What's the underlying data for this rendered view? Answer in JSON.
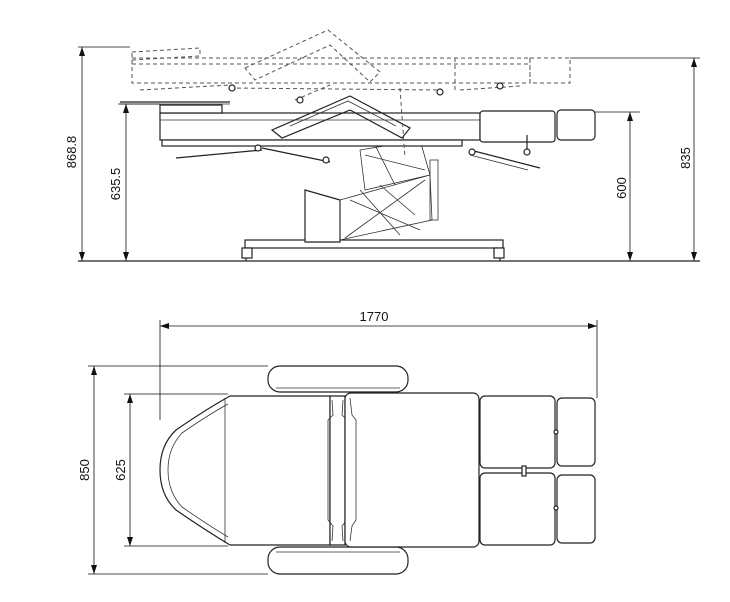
{
  "dimensions": {
    "side_total_height": "868.8",
    "side_seat_height": "635.5",
    "side_leg_height": "600",
    "side_back_height": "835",
    "top_length": "1770",
    "top_total_width": "850",
    "top_seat_width": "625"
  }
}
